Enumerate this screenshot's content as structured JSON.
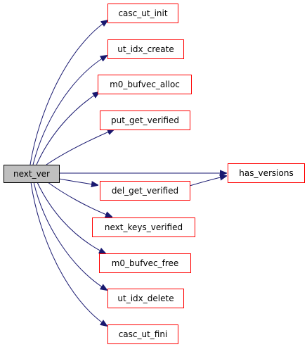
{
  "diagram": {
    "root": "next_ver",
    "nodes": [
      {
        "id": "next_ver"
      },
      {
        "id": "casc_ut_init"
      },
      {
        "id": "ut_idx_create"
      },
      {
        "id": "m0_bufvec_alloc"
      },
      {
        "id": "put_get_verified"
      },
      {
        "id": "del_get_verified"
      },
      {
        "id": "has_versions"
      },
      {
        "id": "next_keys_verified"
      },
      {
        "id": "m0_bufvec_free"
      },
      {
        "id": "ut_idx_delete"
      },
      {
        "id": "casc_ut_fini"
      }
    ],
    "edges": [
      {
        "from": "next_ver",
        "to": "casc_ut_init"
      },
      {
        "from": "next_ver",
        "to": "ut_idx_create"
      },
      {
        "from": "next_ver",
        "to": "m0_bufvec_alloc"
      },
      {
        "from": "next_ver",
        "to": "put_get_verified"
      },
      {
        "from": "next_ver",
        "to": "has_versions"
      },
      {
        "from": "next_ver",
        "to": "del_get_verified"
      },
      {
        "from": "next_ver",
        "to": "next_keys_verified"
      },
      {
        "from": "next_ver",
        "to": "m0_bufvec_free"
      },
      {
        "from": "next_ver",
        "to": "ut_idx_delete"
      },
      {
        "from": "next_ver",
        "to": "casc_ut_fini"
      },
      {
        "from": "del_get_verified",
        "to": "has_versions"
      }
    ],
    "colors": {
      "edge": "#191970",
      "node_border": "#ff0000",
      "root_fill": "#bfbfbf",
      "root_border": "#000000",
      "text": "#000000",
      "background": "#ffffff"
    }
  }
}
